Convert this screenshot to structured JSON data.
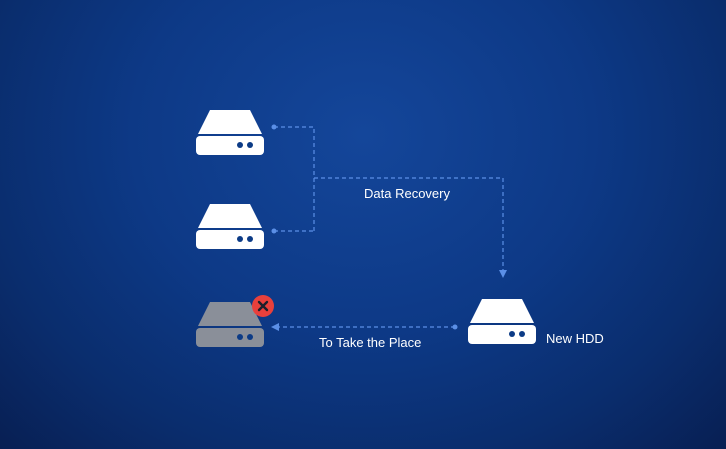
{
  "labels": {
    "data_recovery": "Data Recovery",
    "to_take_the_place": "To Take the Place",
    "new_hdd": "New HDD"
  },
  "colors": {
    "background_center": "#14469a",
    "background_edge": "#081f53",
    "drive_active": "#ffffff",
    "drive_failed": "#8a8f99",
    "drive_dots": "#0c3b86",
    "connector": "#5b8fe6",
    "error_badge": "#e8403c"
  },
  "icons": {
    "drive": "hard-drive-icon",
    "failed_marker": "close-icon",
    "arrow": "arrow-head-icon"
  }
}
